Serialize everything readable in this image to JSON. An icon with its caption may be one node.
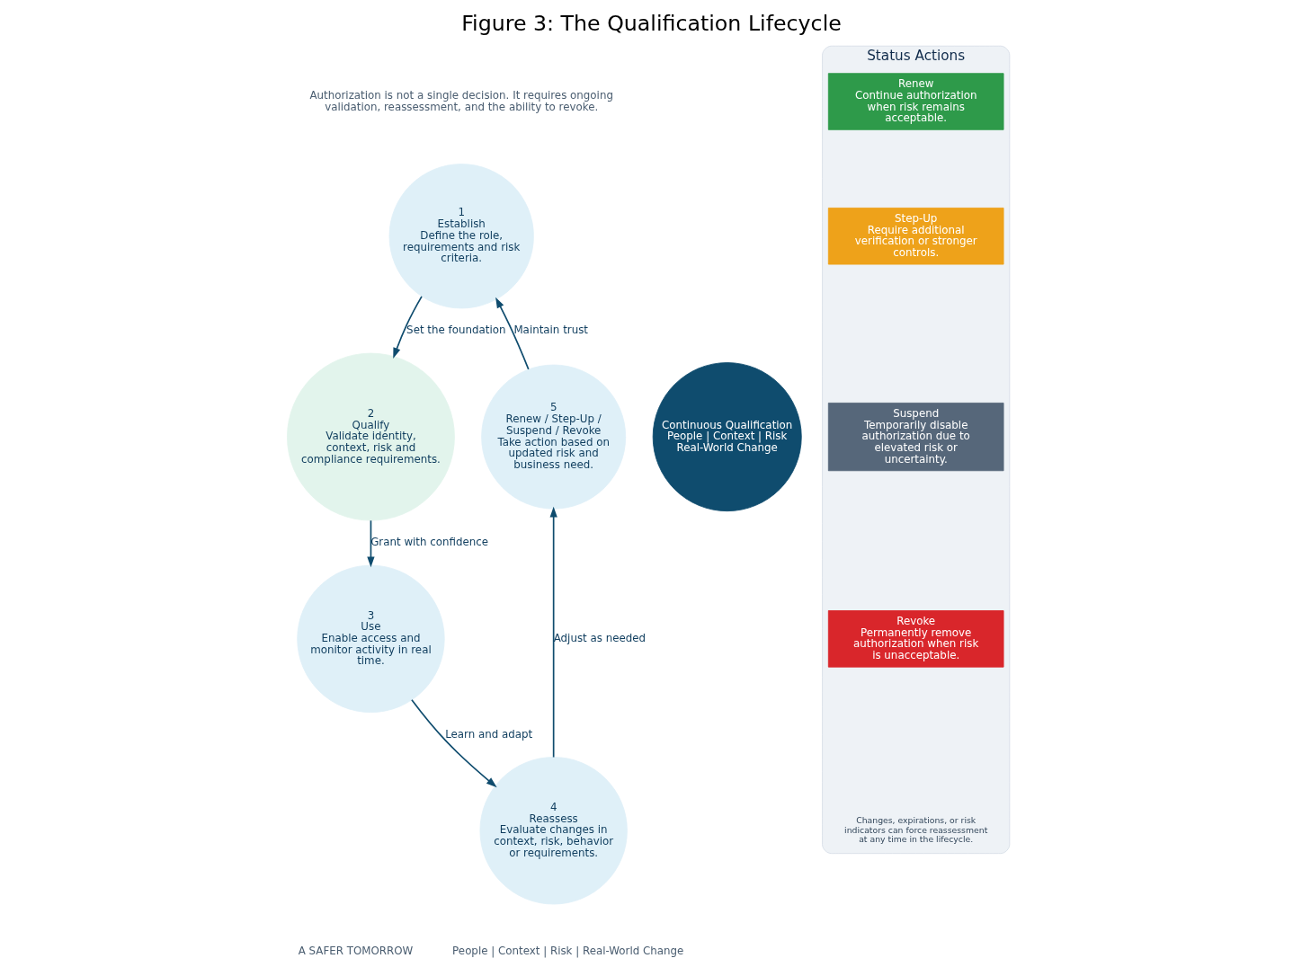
{
  "diagram": {
    "title": "Figure 3: The Qualification Lifecycle",
    "nodes": [
      {
        "text": [
          "1",
          "Establish",
          "Define the role, requirements and risk criteria."
        ]
      },
      {
        "text": [
          "2",
          "Qualify",
          "Validate identity, context, risk and compliance requirements."
        ]
      },
      {
        "text": [
          "3",
          "Use",
          "Enable access and monitor activity in real time."
        ]
      },
      {
        "text": [
          "4",
          "Reassess",
          "Evaluate changes in context, risk, behavior or requirements."
        ]
      },
      {
        "text": [
          "5",
          "Renew / Step-Up / Suspend / Revoke",
          "Take action based on updated risk and business need."
        ]
      },
      {
        "text": [
          "Continuous Qualification",
          "People | Context | Risk Real-World Change"
        ]
      },
      {
        "text": [
          "Status Actions"
        ]
      },
      {
        "text": [
          "Renew",
          "Continue authorization when risk remains acceptable."
        ],
        "in": 6
      },
      {
        "text": [
          "Step-Up",
          "Require additional verification or stronger controls."
        ],
        "in": 6
      },
      {
        "text": [
          "Suspend",
          "Temporarily disable authorization due to elevated risk or uncertainty."
        ],
        "in": 6
      },
      {
        "text": [
          "Revoke",
          "Permanently remove authorization when risk is unacceptable."
        ],
        "in": 6
      }
    ],
    "edges": [
      {
        "from": 0,
        "to": 1,
        "arrow": "to",
        "label": "Set the foundation"
      },
      {
        "from": 1,
        "to": 2,
        "arrow": "to",
        "label": "Grant with confidence"
      },
      {
        "from": 2,
        "to": 3,
        "arrow": "to",
        "label": "Learn and adapt"
      },
      {
        "from": 3,
        "to": 4,
        "arrow": "to",
        "label": "Adjust as needed"
      },
      {
        "from": 4,
        "to": 0,
        "arrow": "to",
        "label": "Maintain trust"
      }
    ],
    "labels": [
      "Authorization is not a single decision. It requires ongoing validation, reassessment, and the ability to revoke.",
      "Changes, expirations, or risk indicators can force reassessment at any time in the lifecycle.",
      "People | Context | Risk | Real-World Change",
      "A SAFER TOMORROW"
    ]
  }
}
